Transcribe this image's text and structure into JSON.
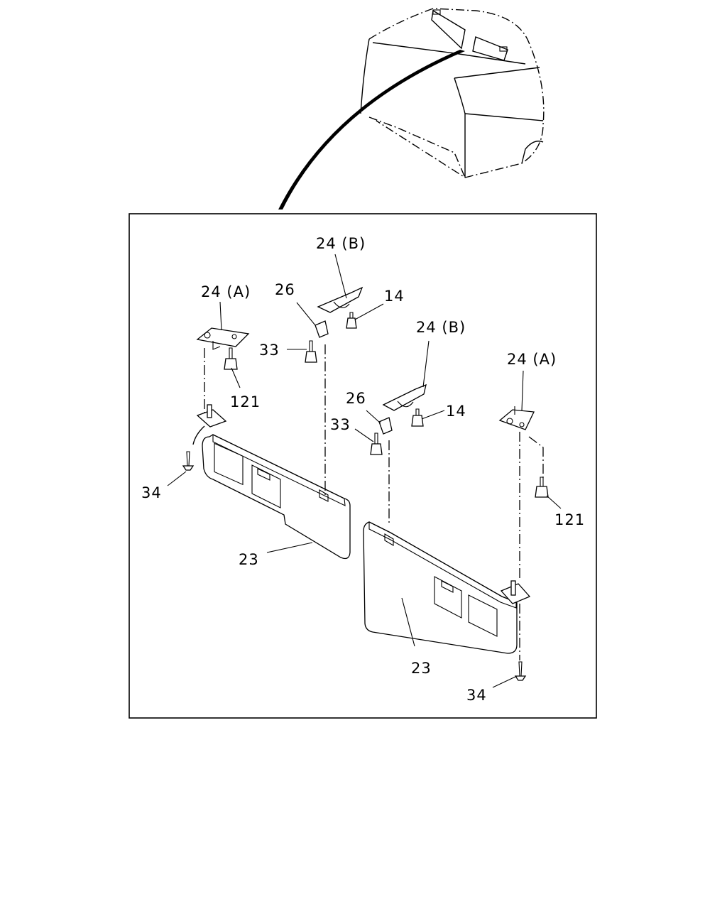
{
  "labels": {
    "bracket_b_top": "24 (B)",
    "bracket_a_left": "24 (A)",
    "clip_26_left": "26",
    "screw_14_top": "14",
    "screw_33_left": "33",
    "bracket_b_mid": "24 (B)",
    "bracket_a_right": "24 (A)",
    "screw_121_left": "121",
    "clip_26_mid": "26",
    "screw_14_mid": "14",
    "screw_33_mid": "33",
    "screw_34_left": "34",
    "screw_121_right": "121",
    "visor_23_left": "23",
    "visor_23_right": "23",
    "screw_34_right": "34"
  }
}
